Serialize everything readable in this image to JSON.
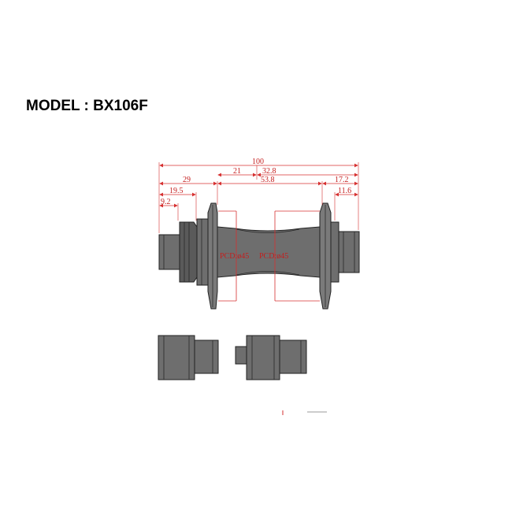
{
  "title": "MODEL : BX106F",
  "colors": {
    "dimension": "#d63030",
    "part_fill": "#6e6e6e",
    "part_outline": "#222222"
  },
  "dimensions": {
    "overall": "100",
    "left_to_flange_left": "29",
    "left_to_flange_right": "19.5",
    "left_end_cap": "9.2",
    "center_left": "21",
    "center_right": "32.8",
    "flange_to_flange": "53.8",
    "right_to_flange": "17.2",
    "right_end_cap": "11.6"
  },
  "pcd": {
    "left": "PCD:ø45",
    "right": "PCD:ø45"
  }
}
